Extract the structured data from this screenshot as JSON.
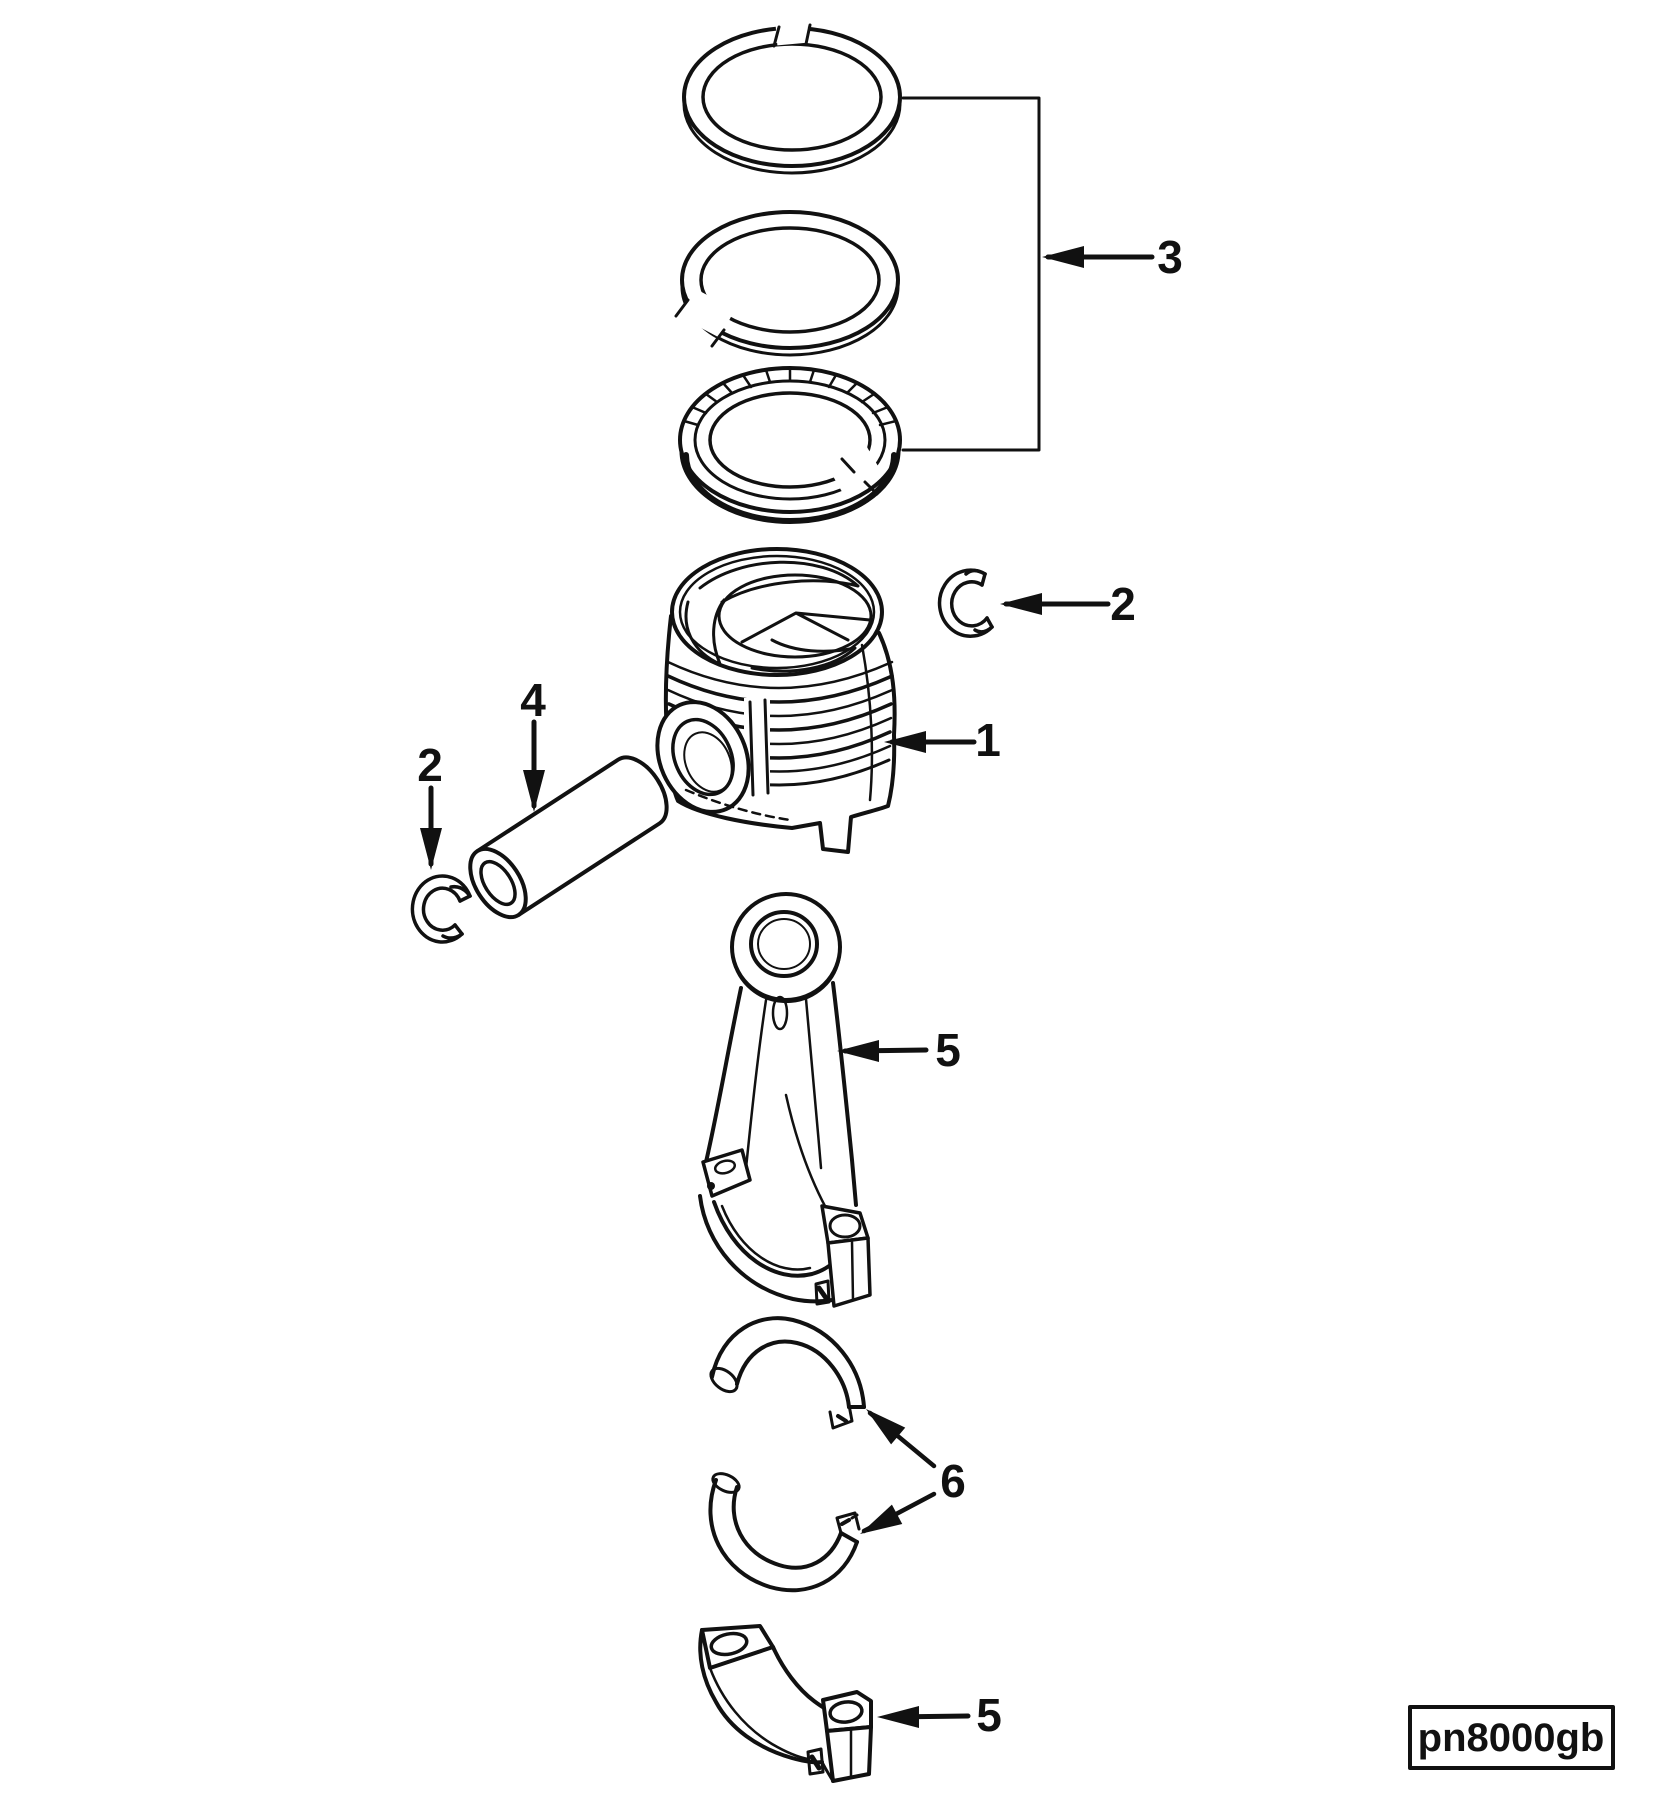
{
  "figure": {
    "code": "pn8000gb",
    "background": "#ffffff",
    "line_color": "#111111",
    "callouts": {
      "ring_set": "3",
      "snap_ring_right": "2",
      "piston": "1",
      "piston_pin": "4",
      "snap_ring_left": "2",
      "connecting_rod": "5",
      "rod_bearings": "6",
      "bearing_cap": "5"
    }
  }
}
